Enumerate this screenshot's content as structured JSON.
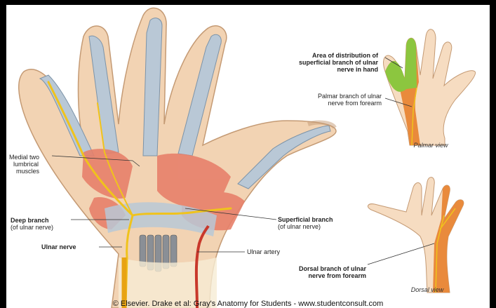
{
  "colors": {
    "frame": "#000000",
    "skin": "#f2d3b3",
    "skin_outline": "#c49a74",
    "tendon": "#b9c8d6",
    "muscle": "#e7806a",
    "nerve": "#f0c31c",
    "artery": "#c8382b",
    "ulnar_zone": "#e98a3c",
    "superficial_zone": "#8cc63f"
  },
  "labels": {
    "area_distribution": [
      "Area of distribution of",
      "superficial branch of ulnar",
      "nerve in hand"
    ],
    "palmar_branch": [
      "Palmar branch of ulnar",
      "nerve from forearm"
    ],
    "palmar_view": "Palmar view",
    "medial_lumbricals": [
      "Medial two",
      "lumbrical",
      "muscles"
    ],
    "deep_branch": "Deep branch",
    "deep_branch_sub": "(of ulnar nerve)",
    "superficial_branch": "Superficial branch",
    "superficial_branch_sub": "(of ulnar nerve)",
    "ulnar_nerve": "Ulnar nerve",
    "ulnar_artery": "Ulnar artery",
    "dorsal_branch": [
      "Dorsal branch of ulnar",
      "nerve from forearm"
    ],
    "dorsal_view": "Dorsal view"
  },
  "credit": "© Elsevier. Drake et al: Gray's Anatomy for Students - www.studentconsult.com"
}
